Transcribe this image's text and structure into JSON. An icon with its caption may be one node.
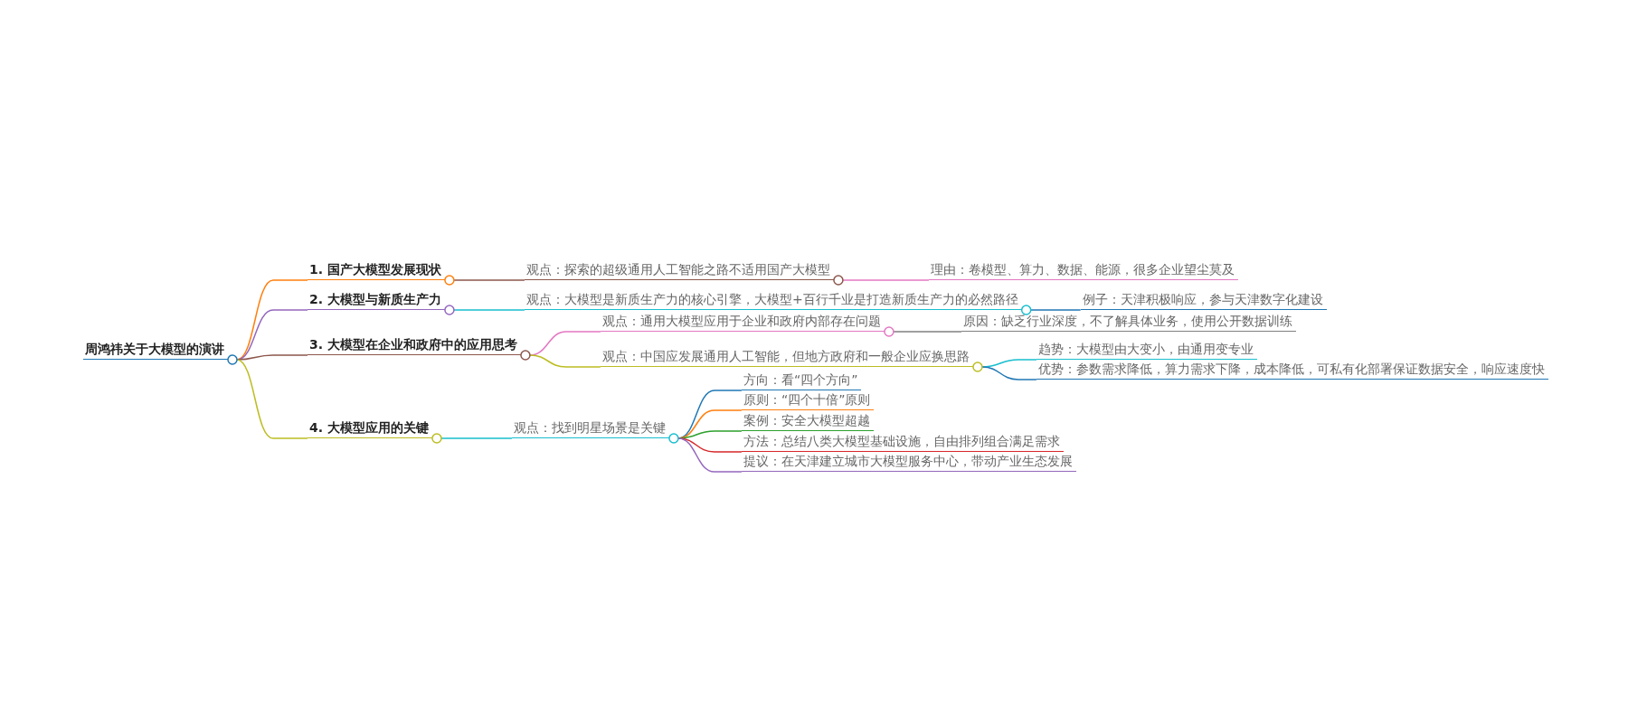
{
  "diagram": {
    "nodes": [
      {
        "text": [
          "周鸿祎关于大模型的演讲"
        ]
      },
      {
        "text": [
          "1. 国产大模型发展现状"
        ]
      },
      {
        "text": [
          "观点：探索的超级通用人工智能之路不适用国产大模型"
        ]
      },
      {
        "text": [
          "理由：卷模型、算力、数据、能源，很多企业望尘莫及"
        ]
      },
      {
        "text": [
          "2. 大模型与新质生产力"
        ]
      },
      {
        "text": [
          "观点：大模型是新质生产力的核心引擎，大模型+百行千业是打造新质生产力的必然路径"
        ]
      },
      {
        "text": [
          "例子：天津积极响应，参与天津数字化建设"
        ]
      },
      {
        "text": [
          "3. 大模型在企业和政府中的应用思考"
        ]
      },
      {
        "text": [
          "观点：通用大模型应用于企业和政府内部存在问题"
        ]
      },
      {
        "text": [
          "原因：缺乏行业深度，不了解具体业务，使用公开数据训练"
        ]
      },
      {
        "text": [
          "观点：中国应发展通用人工智能，但地方政府和一般企业应换思路"
        ]
      },
      {
        "text": [
          "趋势：大模型由大变小，由通用变专业"
        ]
      },
      {
        "text": [
          "优势：参数需求降低，算力需求下降，成本降低，可私有化部署保证数据安全，响应速度快"
        ]
      },
      {
        "text": [
          "4. 大模型应用的关键"
        ]
      },
      {
        "text": [
          "观点：找到明星场景是关键"
        ]
      },
      {
        "text": [
          "方向：看“四个方向”"
        ]
      },
      {
        "text": [
          "原则：“四个十倍”原则"
        ]
      },
      {
        "text": [
          "案例：安全大模型超越"
        ]
      },
      {
        "text": [
          "方法：总结八类大模型基础设施，自由排列组合满足需求"
        ]
      },
      {
        "text": [
          "提议：在天津建立城市大模型服务中心，带动产业生态发展"
        ]
      }
    ],
    "edges": [
      {
        "from": 0,
        "to": 1,
        "arrow": "none",
        "color": "#ff7f0e"
      },
      {
        "from": 1,
        "to": 2,
        "arrow": "none",
        "color": "#8c564b"
      },
      {
        "from": 2,
        "to": 3,
        "arrow": "none",
        "color": "#e377c2"
      },
      {
        "from": 0,
        "to": 4,
        "arrow": "none",
        "color": "#9467bd"
      },
      {
        "from": 4,
        "to": 5,
        "arrow": "none",
        "color": "#17becf"
      },
      {
        "from": 5,
        "to": 6,
        "arrow": "none",
        "color": "#1f77b4"
      },
      {
        "from": 0,
        "to": 7,
        "arrow": "none",
        "color": "#8c564b"
      },
      {
        "from": 7,
        "to": 8,
        "arrow": "none",
        "color": "#e377c2"
      },
      {
        "from": 8,
        "to": 9,
        "arrow": "none",
        "color": "#7f7f7f"
      },
      {
        "from": 7,
        "to": 10,
        "arrow": "none",
        "color": "#bcbd22"
      },
      {
        "from": 10,
        "to": 11,
        "arrow": "none",
        "color": "#17becf"
      },
      {
        "from": 10,
        "to": 12,
        "arrow": "none",
        "color": "#1f77b4"
      },
      {
        "from": 0,
        "to": 13,
        "arrow": "none",
        "color": "#bcbd22"
      },
      {
        "from": 13,
        "to": 14,
        "arrow": "none",
        "color": "#17becf"
      },
      {
        "from": 14,
        "to": 15,
        "arrow": "none",
        "color": "#1f77b4"
      },
      {
        "from": 14,
        "to": 16,
        "arrow": "none",
        "color": "#ff7f0e"
      },
      {
        "from": 14,
        "to": 17,
        "arrow": "none",
        "color": "#2ca02c"
      },
      {
        "from": 14,
        "to": 18,
        "arrow": "none",
        "color": "#d62728"
      },
      {
        "from": 14,
        "to": 19,
        "arrow": "none",
        "color": "#9467bd"
      }
    ]
  }
}
